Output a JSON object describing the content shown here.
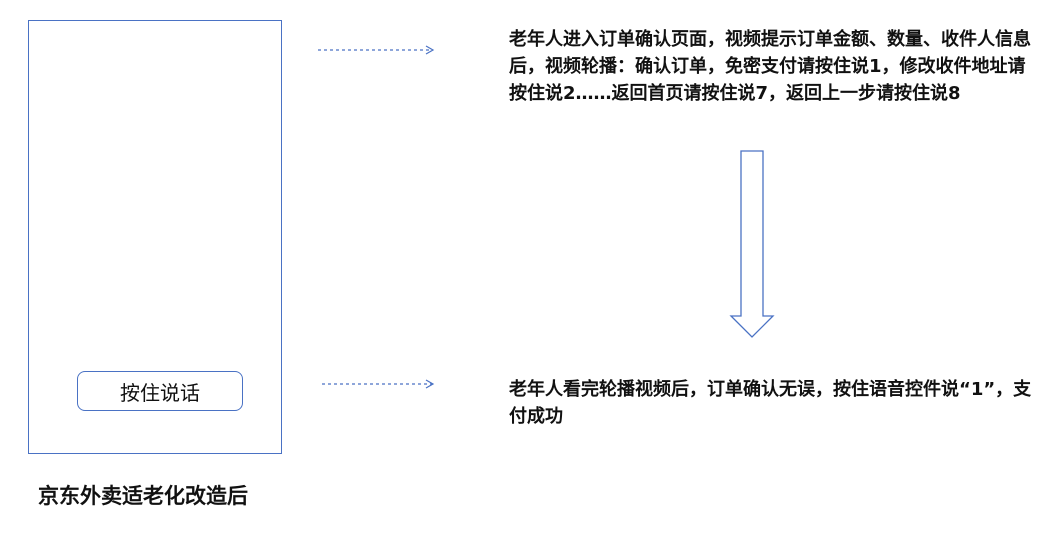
{
  "diagram": {
    "caption": "京东外卖适老化改造后",
    "phone": {
      "button_label": "按住说话"
    },
    "steps": [
      {
        "text": "老年人进入订单确认页面，视频提示订单金额、数量、收件人信息后，视频轮播：确认订单，免密支付请按住说1，修改收件地址请按住说2……返回首页请按住说7，返回上一步请按住说8"
      },
      {
        "text": "老年人看完轮播视频后，订单确认无误，按住语音控件说“1”，支付成功"
      }
    ],
    "colors": {
      "frame": "#4a72c4",
      "arrow": "#4a72c4",
      "text": "#111111"
    }
  }
}
